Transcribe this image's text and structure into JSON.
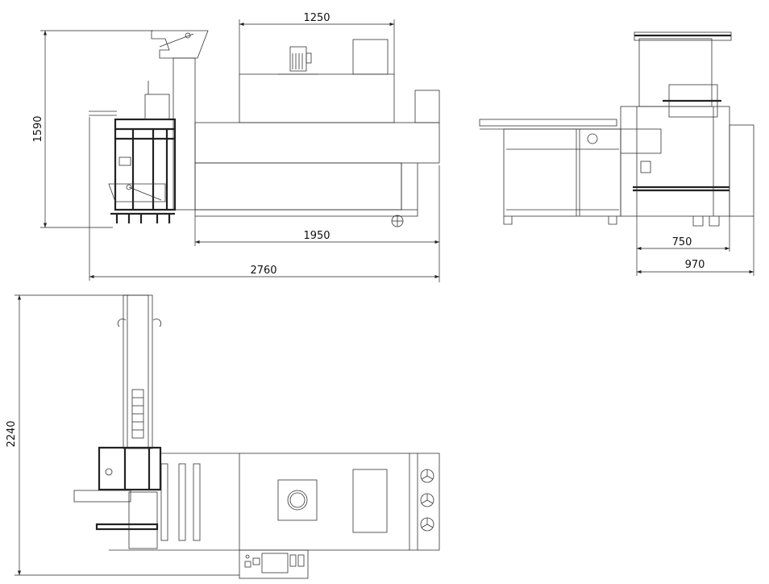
{
  "front_view": {
    "dims": {
      "top_width": "1250",
      "height": "1590",
      "body_length": "1950",
      "total_length": "2760"
    }
  },
  "side_view": {
    "dims": {
      "frame_width": "750",
      "total_width": "970"
    }
  },
  "top_view": {
    "dims": {
      "total_depth": "2240"
    }
  },
  "colors": {
    "line": "#333333",
    "background": "#ffffff"
  }
}
